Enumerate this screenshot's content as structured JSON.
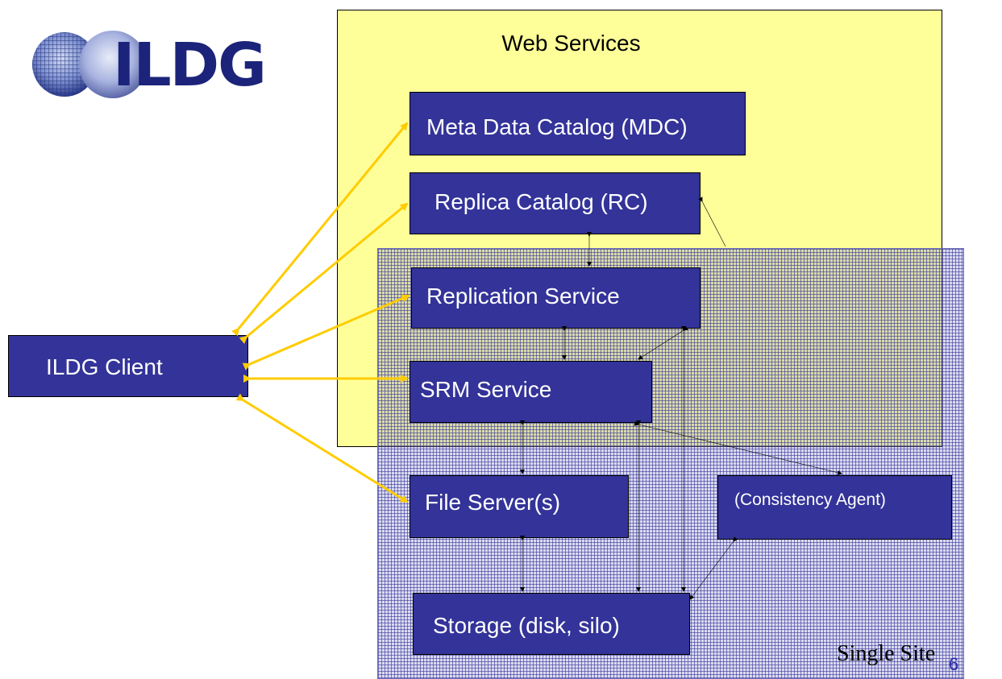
{
  "logo": {
    "text": "ILDG"
  },
  "web_services": {
    "title": "Web Services"
  },
  "single_site": {
    "label": "Single Site"
  },
  "slide_number": "6",
  "components": {
    "mdc": "Meta Data Catalog (MDC)",
    "rc": "Replica Catalog (RC)",
    "replication": "Replication Service",
    "srm": "SRM Service",
    "file_server": "File Server(s)",
    "consistency_agent": "(Consistency Agent)",
    "storage": "Storage (disk, silo)",
    "client": "ILDG Client"
  },
  "colors": {
    "web_services_bg": "#ffff99",
    "box_fill": "#333399",
    "client_arrow": "#ffcc00",
    "single_site_pattern": "#5555aa"
  }
}
